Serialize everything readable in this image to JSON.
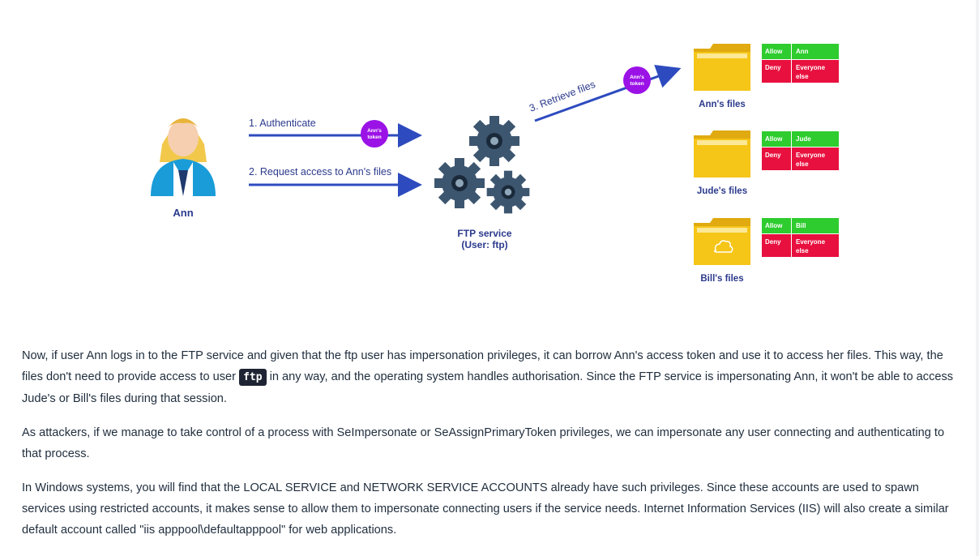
{
  "diagram": {
    "user": "Ann",
    "step1": "1.  Authenticate",
    "step2": "2. Request access to Ann's files",
    "step3": "3. Retrieve files",
    "token_line1": "Ann's",
    "token_line2": "token",
    "service_line1": "FTP service",
    "service_line2": "(User: ftp)",
    "folders": [
      {
        "label": "Ann's files",
        "allow": "Allow",
        "allow_user": "Ann",
        "deny": "Deny",
        "deny_line1": "Everyone",
        "deny_line2": "else"
      },
      {
        "label": "Jude's files",
        "allow": "Allow",
        "allow_user": "Jude",
        "deny": "Deny",
        "deny_line1": "Everyone",
        "deny_line2": "else"
      },
      {
        "label": "Bill's files",
        "allow": "Allow",
        "allow_user": "Bill",
        "deny": "Deny",
        "deny_line1": "Everyone",
        "deny_line2": "else"
      }
    ],
    "colors": {
      "allow": "#2ecc2e",
      "deny": "#e8103e",
      "arrow": "#2d4bbf",
      "token": "#9b12e6",
      "label": "#2b3a8c",
      "folder": "#f5c518"
    }
  },
  "paragraphs": {
    "p1_before": "Now, if user Ann logs in to the FTP service and given that the ftp user has impersonation privileges, it can borrow Ann's access token and use it to access her files. This way, the files don't need to provide access to user ",
    "p1_code": "ftp",
    "p1_after": " in any way, and the operating system handles authorisation. Since the FTP service is impersonating Ann, it won't be able to access Jude's or Bill's files during that session.",
    "p2": "As attackers, if we manage to take control of a process with SeImpersonate or SeAssignPrimaryToken privileges, we can impersonate any user connecting and authenticating to that process.",
    "p3": "In Windows systems, you will find that the LOCAL SERVICE and NETWORK SERVICE ACCOUNTS already have such privileges. Since these accounts are used to spawn services using restricted accounts, it makes sense to allow them to impersonate connecting users if the service needs. Internet Information Services (IIS) will also create a similar default account called \"iis apppool\\defaultapppool\" for web applications."
  }
}
